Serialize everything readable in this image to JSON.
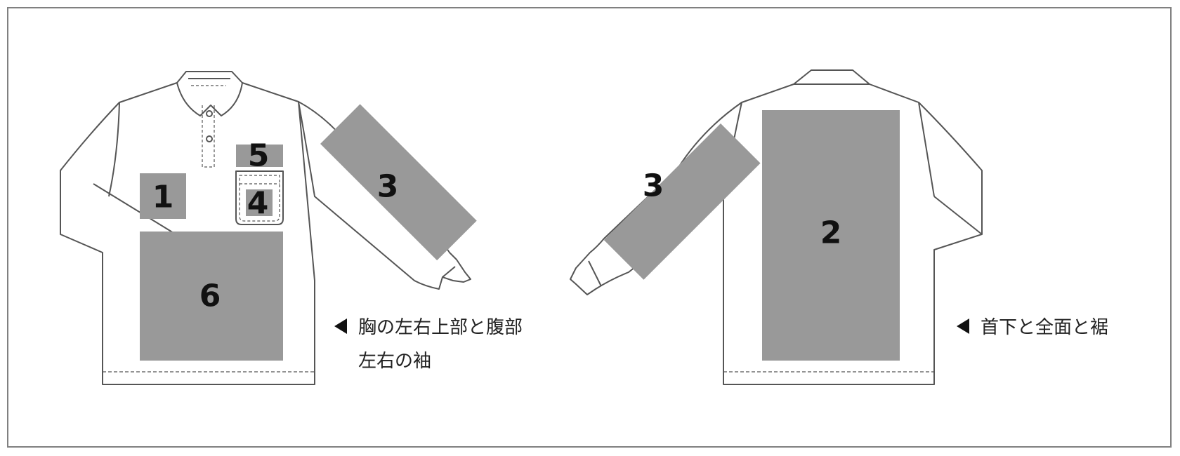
{
  "colors": {
    "zone_fill": "#999999",
    "outline": "#555555",
    "frame": "#808080"
  },
  "front": {
    "zones": [
      {
        "id": "1",
        "label": "1"
      },
      {
        "id": "3",
        "label": "3"
      },
      {
        "id": "4",
        "label": "4"
      },
      {
        "id": "5",
        "label": "5"
      },
      {
        "id": "6",
        "label": "6"
      }
    ],
    "caption_line1": "胸の左右上部と腹部",
    "caption_line2": "左右の袖"
  },
  "back": {
    "zones": [
      {
        "id": "2",
        "label": "2"
      },
      {
        "id": "3",
        "label": "3"
      }
    ],
    "caption_line1": "首下と全面と裾"
  }
}
